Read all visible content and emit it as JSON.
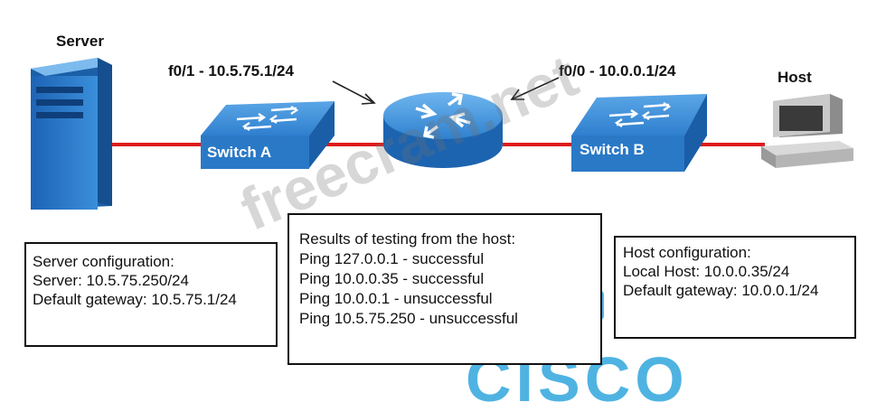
{
  "labels": {
    "server": "Server",
    "host": "Host",
    "switch_a": "Switch A",
    "switch_b": "Switch B",
    "router_f01": "f0/1 - 10.5.75.1/24",
    "router_f00": "f0/0 - 10.0.0.1/24"
  },
  "server_config": {
    "title": "Server configuration:",
    "address": "Server: 10.5.75.250/24",
    "gateway": "Default gateway: 10.5.75.1/24"
  },
  "host_config": {
    "title": "Host configuration:",
    "address": "Local Host: 10.0.0.35/24",
    "gateway": "Default gateway: 10.0.0.1/24"
  },
  "results": {
    "title": "Results of testing from the host:",
    "lines": [
      "Ping 127.0.0.1 - successful",
      "Ping 10.0.0.35 - successful",
      "Ping 10.0.0.1 - unsuccessful",
      "Ping 10.5.75.250 - unsuccessful"
    ]
  },
  "watermark": {
    "text": "freecram.net",
    "logo": "CISCO"
  },
  "colors": {
    "link": "#dd1b1b",
    "device_blue": "#2d7bc8",
    "device_dark": "#1b5fa6",
    "cisco_blue": "#29a3dc"
  }
}
